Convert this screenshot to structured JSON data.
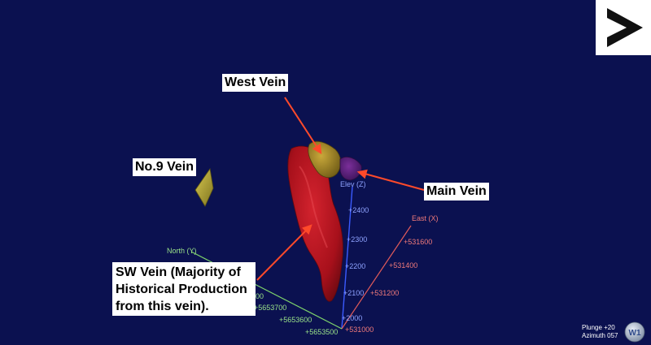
{
  "callouts": {
    "west_vein": "West Vein",
    "no9_vein": "No.9 Vein",
    "main_vein": "Main Vein",
    "sw_vein": "SW Vein (Majority of Historical Production from this vein)."
  },
  "axes": {
    "elev": {
      "label": "Elev (Z)",
      "ticks": [
        "+2000",
        "+2100",
        "+2200",
        "+2300",
        "+2400"
      ],
      "color": "#3b5bff"
    },
    "east": {
      "label": "East (X)",
      "ticks": [
        "+531000",
        "+531200",
        "+531400",
        "+531600"
      ],
      "color": "#e05a5a"
    },
    "north": {
      "label": "North (Y)",
      "ticks": [
        "+5653500",
        "+5653600",
        "+5653700",
        "00"
      ],
      "color": "#7ed36b"
    }
  },
  "view": {
    "plunge": "Plunge +20",
    "azimuth": "Azimuth 057",
    "globe_label": "W1"
  },
  "colors": {
    "background": "#0b1150",
    "sw_vein": "#b3121e",
    "west_vein": "#a88a1f",
    "main_vein": "#5a1f7a",
    "no9_vein": "#b8a830",
    "arrow": "#ff4a2a"
  },
  "icons": {
    "logo": "play-arrow-logo-icon",
    "globe": "globe-icon"
  }
}
